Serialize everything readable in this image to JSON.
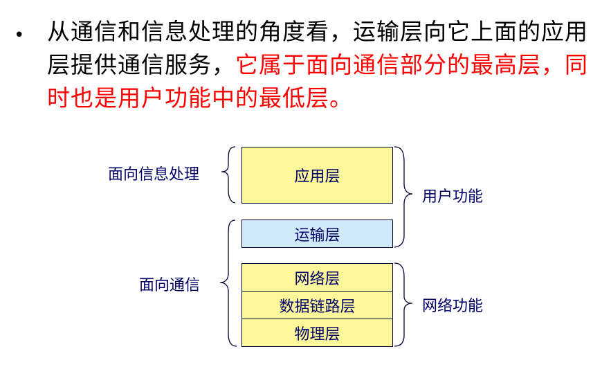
{
  "text": {
    "bullet": "•",
    "black_part": "从通信和信息处理的角度看，运输层向它上面的应用层提供通信服务，",
    "red_part": "它属于面向通信部分的最高层，同时也是用户功能中的最低层。"
  },
  "diagram": {
    "layers": {
      "application": "应用层",
      "transport": "运输层",
      "network": "网络层",
      "datalink": "数据链路层",
      "physical": "物理层"
    },
    "left_labels": {
      "info_processing": "面向信息处理",
      "communication": "面向通信"
    },
    "right_labels": {
      "user_functions": "用户功能",
      "network_functions": "网络功能"
    }
  },
  "colors": {
    "red_text": "#ff0000",
    "layer_yellow": "#fbf79a",
    "layer_blue": "#cfe9f8",
    "diagram_text": "#000066"
  }
}
